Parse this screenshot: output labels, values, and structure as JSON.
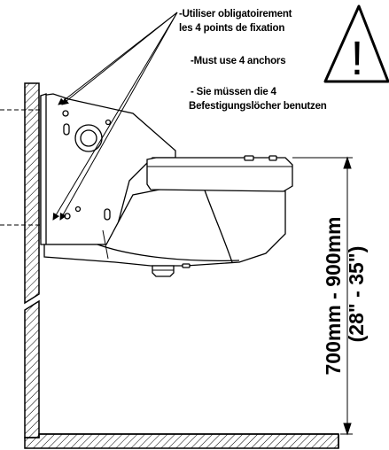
{
  "notes": {
    "french_line1": "-Utiliser obligatoirement",
    "french_line2": "les 4 points de fixation",
    "english": "-Must use 4 anchors",
    "german_line1": "- Sie müssen die 4",
    "german_line2": "Befestigungslöcher benutzen"
  },
  "dimension": {
    "metric": "700mm - 900mm",
    "imperial": "(28\" - 35\")"
  },
  "warning_symbol": "!",
  "icons": {
    "warning": "warning-triangle-icon"
  },
  "colors": {
    "line": "#000000",
    "background": "#ffffff"
  }
}
